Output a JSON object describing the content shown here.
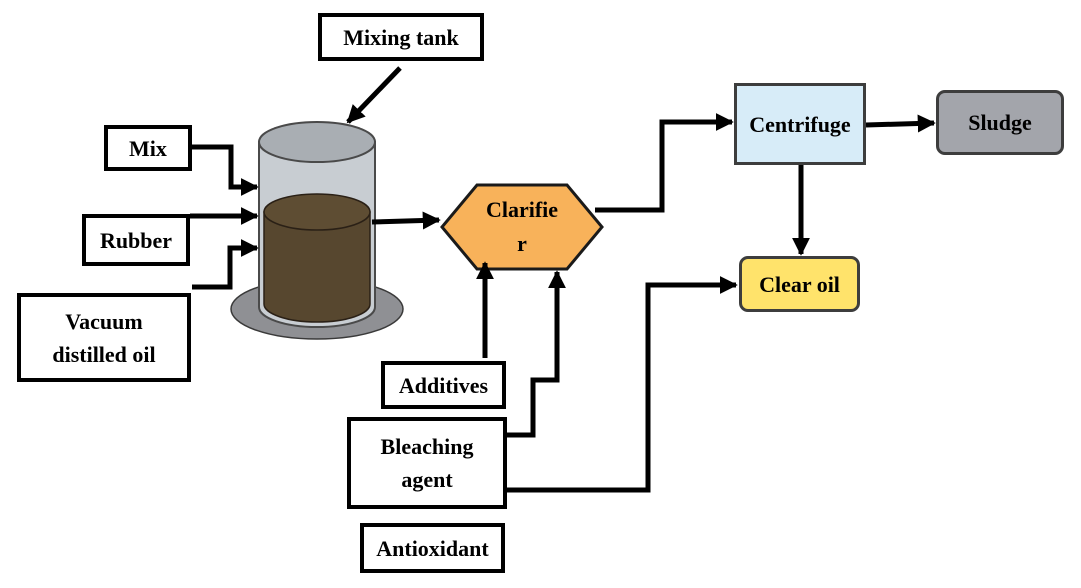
{
  "diagram": {
    "mixing_tank": "Mixing tank",
    "mix": "Mix",
    "rubber": "Rubber",
    "vacuum_oil": [
      "Vacuum",
      "distilled oil"
    ],
    "clarifier": [
      "Clarifie",
      "r"
    ],
    "centrifuge": "Centrifuge",
    "sludge": "Sludge",
    "clear_oil": "Clear oil",
    "additives": "Additives",
    "bleaching_agent": [
      "Bleaching",
      "agent"
    ],
    "antioxidant": "Antioxidant"
  },
  "colors": {
    "tank_shell": "#c8cdd2",
    "tank_oil": "#57472f",
    "tank_base": "#8f9094",
    "clarifier_fill": "#f8b25a",
    "centrifuge_fill": "#d7ecf8",
    "sludge_fill": "#a3a5ab",
    "clear_oil_fill": "#ffe36b"
  }
}
